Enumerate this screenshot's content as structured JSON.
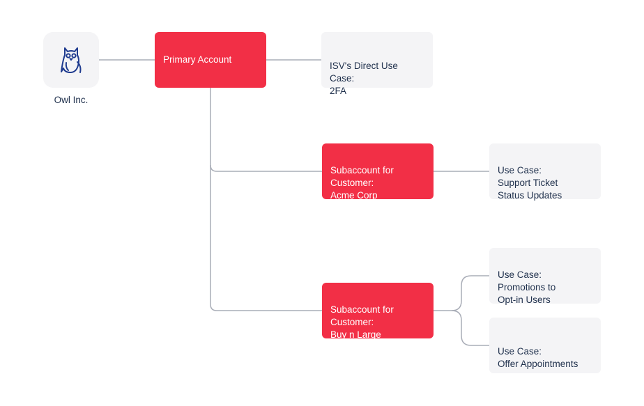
{
  "company": {
    "name": "Owl Inc.",
    "logo_icon": "owl-icon"
  },
  "nodes": {
    "primary": {
      "label": "Primary Account"
    },
    "isv_use_case": {
      "label": "ISV's Direct Use Case:\n2FA"
    },
    "sub_acme": {
      "label": "Subaccount for\nCustomer:\nAcme Corp"
    },
    "acme_use_case": {
      "label": "Use Case:\nSupport Ticket\nStatus Updates"
    },
    "sub_bnl": {
      "label": "Subaccount for\nCustomer:\nBuy n Large"
    },
    "bnl_use_case_1": {
      "label": "Use Case:\nPromotions to\nOpt-in Users"
    },
    "bnl_use_case_2": {
      "label": "Use Case:\nOffer Appointments"
    }
  },
  "colors": {
    "account_fill": "#f22f46",
    "use_case_fill": "#f4f4f6",
    "connector": "#a9adb7",
    "text_dark": "#1f304c",
    "owl_icon": "#1f3b8f"
  }
}
